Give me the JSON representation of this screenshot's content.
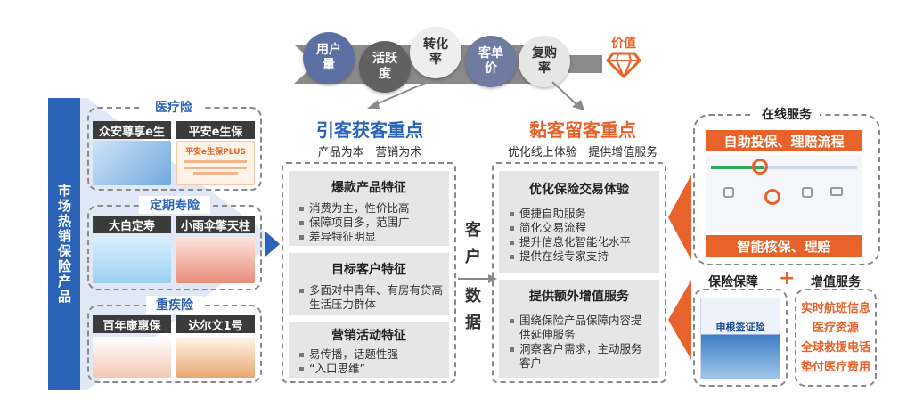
{
  "funnel": {
    "steps": [
      "用户\n量",
      "活跃\n度",
      "转化\n率",
      "客单\n价",
      "复购\n率"
    ],
    "value_label": "价值"
  },
  "left": {
    "vertical_title": "市场热销保险产品",
    "categories": [
      {
        "title": "医疗险",
        "products": [
          "众安尊享e生",
          "平安e生保"
        ]
      },
      {
        "title": "定期寿险",
        "products": [
          "大白定寿",
          "小雨伞擎天柱"
        ]
      },
      {
        "title": "重疾险",
        "products": [
          "百年康惠保",
          "达尔文1号"
        ]
      }
    ],
    "thumb_text": {
      "medical_right": "平安e生保PLUS"
    }
  },
  "acquire": {
    "heading": "引客获客重点",
    "sub": "产品为本   营销为术",
    "boxes": [
      {
        "title": "爆款产品特征",
        "items": [
          "消费为主，性价比高",
          "保障项目多，范围广",
          "差异特征明显"
        ]
      },
      {
        "title": "目标客户特征",
        "items": [
          "多面对中青年、有房有贷高生活压力群体"
        ]
      },
      {
        "title": "营销活动特征",
        "items": [
          "易传播，话题性强",
          "“入口思维”"
        ]
      }
    ]
  },
  "center_label": [
    "客",
    "户",
    "数",
    "据"
  ],
  "retain": {
    "heading": "黏客留客重点",
    "sub": "优化线上体验   提供增值服务",
    "boxes": [
      {
        "title": "优化保险交易体验",
        "items": [
          "便捷自助服务",
          "简化交易流程",
          "提升信息化智能化水平",
          "提供在线专家支持"
        ]
      },
      {
        "title": "提供额外增值服务",
        "items": [
          "围绕保险产品保障内容提供延伸服务",
          "洞察客户需求，主动服务客户"
        ]
      }
    ]
  },
  "right": {
    "online_title": "在线服务",
    "online_top": "自助投保、理赔流程",
    "online_bottom": "智能核保、理赔",
    "protection_title": "保险保障",
    "plus": "+",
    "value_added_title": "增值服务",
    "services": [
      "实时航班信息",
      "医疗资源",
      "全球救援电话",
      "垫付医疗费用"
    ],
    "cert_text": "申根签证险"
  },
  "colors": {
    "blue": "#2a63b7",
    "orange": "#e8632b",
    "gray_box": "#e6e6e6"
  }
}
